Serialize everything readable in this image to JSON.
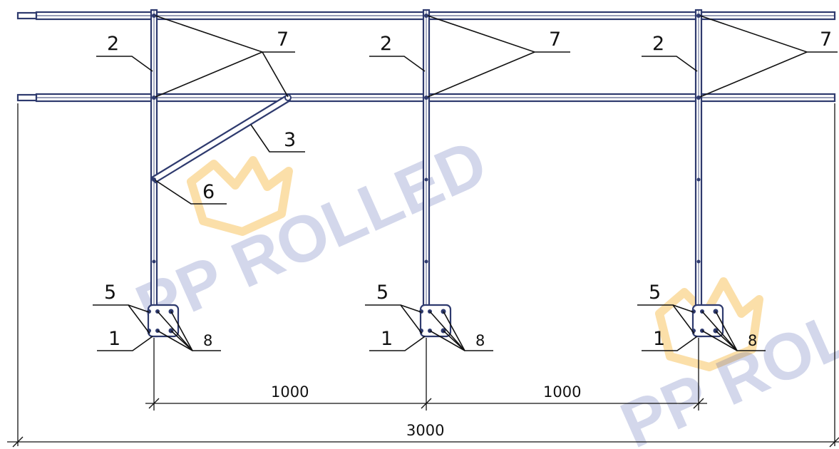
{
  "callouts": {
    "brace_left": "1",
    "post_left": "2",
    "diagonal": "3",
    "brace_plate_left": "5",
    "brace_pin": "6",
    "top_left": "7",
    "plate_bolts_left": "8",
    "post_mid": "2",
    "top_mid": "7",
    "brace_plate_mid": "5",
    "base_mid": "1",
    "plate_bolts_mid": "8",
    "post_right": "2",
    "top_right": "7",
    "brace_plate_right": "5",
    "base_right": "1",
    "plate_bolts_right": "8"
  },
  "dimensions": {
    "span_left": "1000",
    "span_right": "1000",
    "overall": "3000"
  },
  "watermark": {
    "text_center": "PP ROLLED",
    "text_right": "PP ROLL"
  },
  "colors": {
    "structure": "#2e3a6e",
    "watermark_text": "#3b4fa8",
    "watermark_logo": "#f7c463"
  }
}
